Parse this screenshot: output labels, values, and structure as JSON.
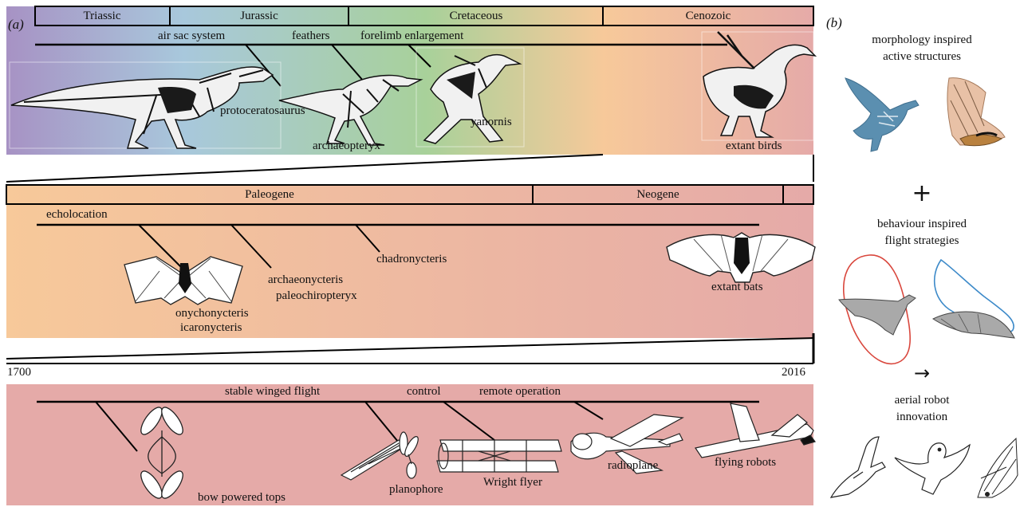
{
  "panel_a": {
    "label": "(a)",
    "dino": {
      "periods": [
        "Triassic",
        "Jurassic",
        "Cretaceous",
        "Cenozoic"
      ],
      "traits": [
        "air sac system",
        "feathers",
        "forelimb enlargement"
      ],
      "species": [
        "protoceratosaurus",
        "archaeopteryx",
        "yanornis",
        "extant birds"
      ]
    },
    "bats": {
      "periods": [
        "Paleogene",
        "Neogene"
      ],
      "traits": [
        "echolocation"
      ],
      "species": [
        "onychonycteris",
        "icaronycteris",
        "archaeonycteris",
        "paleochiropteryx",
        "chadronycteris",
        "extant bats"
      ]
    },
    "robots": {
      "start_year": "1700",
      "end_year": "2016",
      "traits": [
        "stable winged flight",
        "control",
        "remote operation"
      ],
      "machines": [
        "bow powered tops",
        "planophore",
        "Wright flyer",
        "radioplane",
        "flying robots"
      ]
    }
  },
  "panel_b": {
    "label": "(b)",
    "morphology": [
      "morphology inspired",
      "active structures"
    ],
    "plus": "+",
    "behaviour": [
      "behaviour inspired",
      "flight strategies"
    ],
    "arrow": "→",
    "innovation": [
      "aerial robot",
      "innovation"
    ]
  },
  "colors": {
    "purple": "#a792c4",
    "blue": "#a8c8dc",
    "green": "#a8d19a",
    "peach": "#f7c99a",
    "pink": "#e5aaa8",
    "bird_blue": "#5b8fb0",
    "bat_tan": "#e8c1a6",
    "loop_red": "#d9473d",
    "loop_blue": "#3d8ac9"
  }
}
